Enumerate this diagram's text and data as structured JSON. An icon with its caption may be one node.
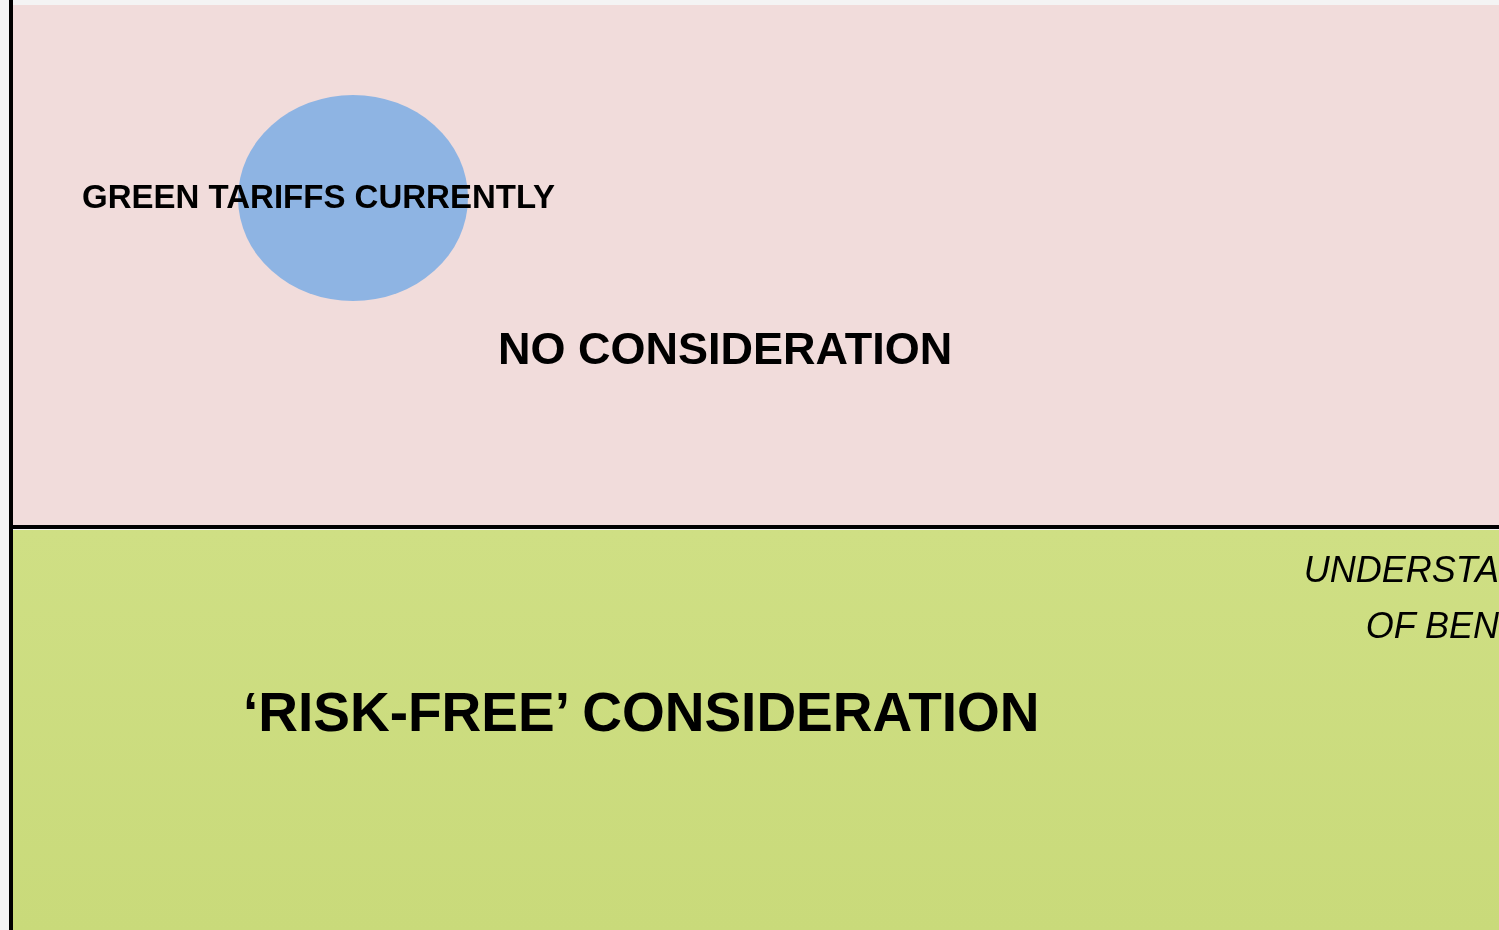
{
  "diagram": {
    "nodes": [
      {
        "text": [
          "NO CONSIDERATION"
        ]
      },
      {
        "text": [
          "GREEN TARIFFS CURRENTLY"
        ],
        "in": 0
      },
      {
        "text": [
          "‘RISK-FREE’ CONSIDERATION"
        ]
      }
    ],
    "edges": [],
    "labels": [
      "UNDERSTA OF BEN"
    ]
  }
}
